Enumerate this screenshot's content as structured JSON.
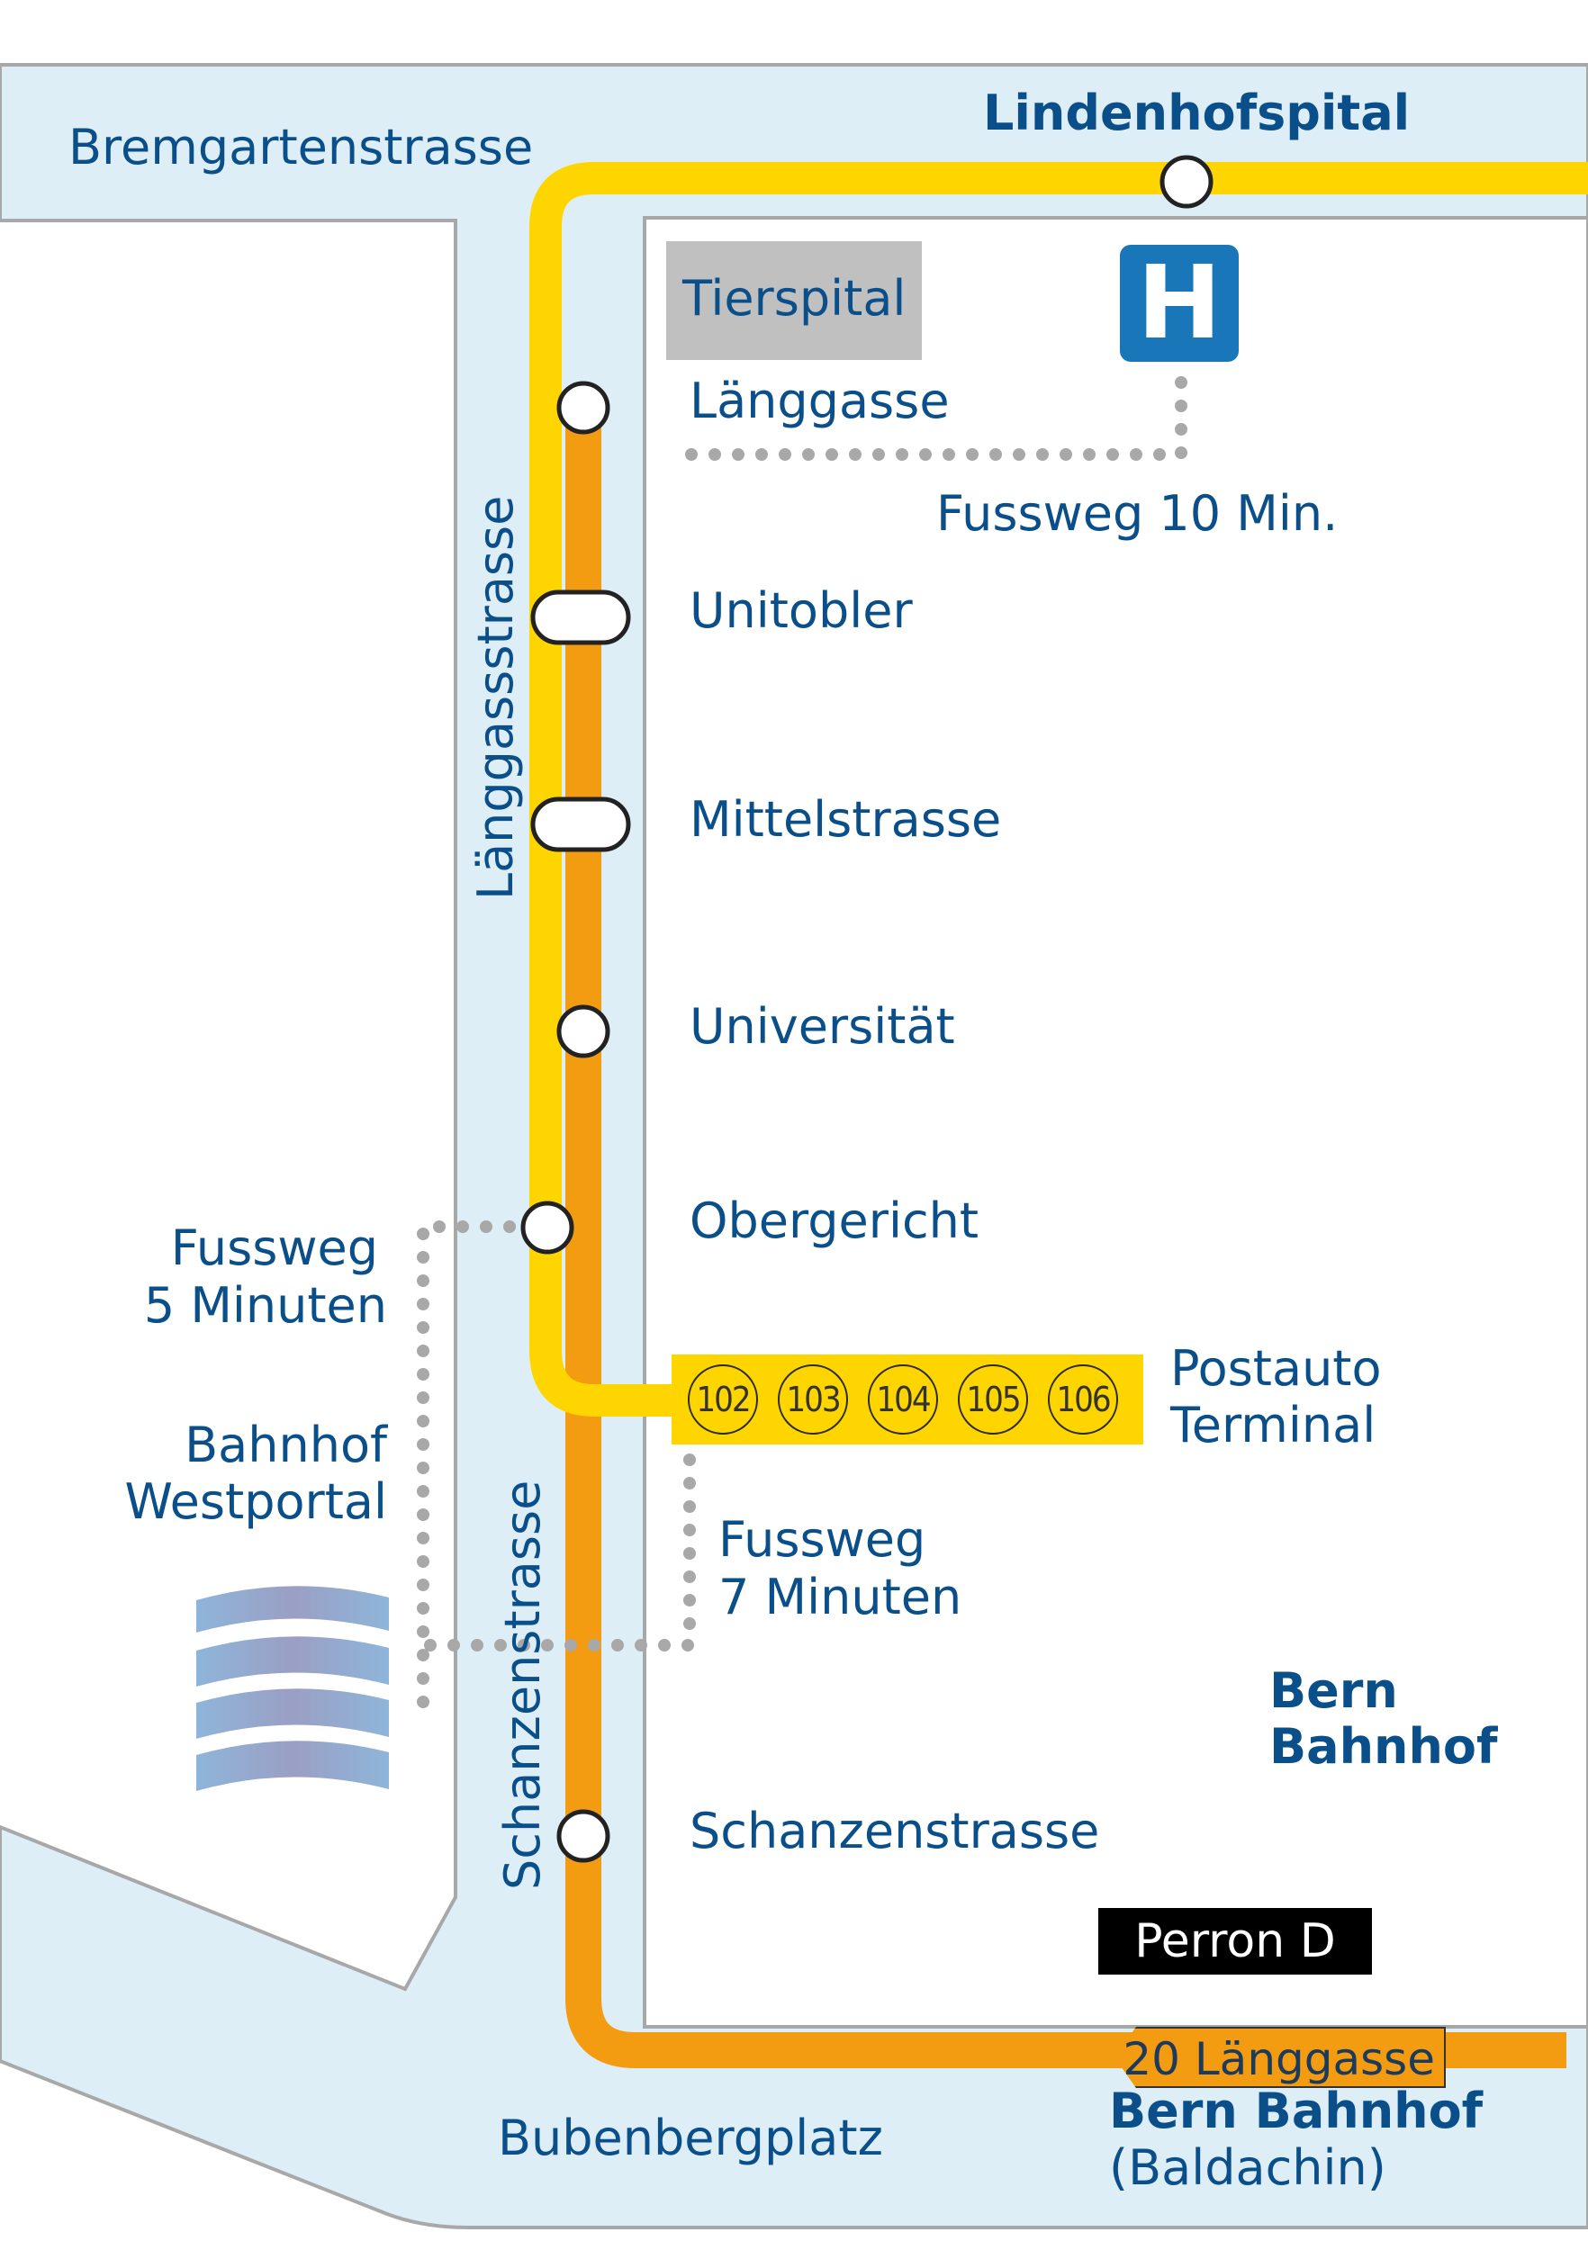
{
  "colors": {
    "water": "#ddeef7",
    "street_outline": "#a8a8a8",
    "line_yellow": "#ffd500",
    "line_orange": "#f39c12",
    "text_blue": "#0b4f8a",
    "hospital": "#1976b9",
    "footpath": "#a8a8a8"
  },
  "streets": {
    "bremgarten": "Bremgartenstrasse",
    "laenggass": "Länggassstrasse",
    "schanzen": "Schanzenstrasse",
    "bubenberg": "Bubenbergplatz"
  },
  "stops": {
    "lindenhofspital": "Lindenhofspital",
    "laenggasse": "Länggasse",
    "unitobler": "Unitobler",
    "mittelstrasse": "Mittelstrasse",
    "universitaet": "Universität",
    "obergericht": "Obergericht",
    "schanzenstrasse": "Schanzenstrasse",
    "bern_bahnhof_baldachin": "Bern Bahnhof",
    "baldachin": "(Baldachin)"
  },
  "landmarks": {
    "tierspital": "Tierspital",
    "hospital_icon": "H",
    "hospital_icon_name": "hospital-sign-icon",
    "bern_bahnhof_line1": "Bern",
    "bern_bahnhof_line2": "Bahnhof",
    "perron": "Perron D",
    "westportal_line1": "Bahnhof",
    "westportal_line2": "Westportal",
    "westportal_icon_name": "station-roof-icon"
  },
  "footpaths": {
    "hospital_line": "Fussweg 10 Min.",
    "westportal_line1": "Fussweg",
    "westportal_line2": "5 Minuten",
    "postauto_line1": "Fussweg",
    "postauto_line2": "7 Minuten"
  },
  "postauto": {
    "label_line1": "Postauto",
    "label_line2": "Terminal",
    "routes": [
      "102",
      "103",
      "104",
      "105",
      "106"
    ]
  },
  "line_tag": "20 Länggasse"
}
